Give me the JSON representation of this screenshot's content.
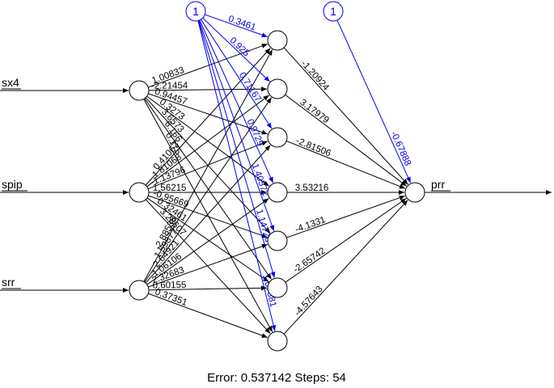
{
  "inputs": [
    {
      "id": "in-sx4",
      "label": "sx4"
    },
    {
      "id": "in-spip",
      "label": "spip"
    },
    {
      "id": "in-srr",
      "label": "srr"
    }
  ],
  "output": {
    "id": "out-prr",
    "label": "prr"
  },
  "bias_nodes": [
    {
      "id": "bias-1",
      "label": "1"
    },
    {
      "id": "bias-2",
      "label": "1"
    }
  ],
  "hidden_count": 7,
  "weights": {
    "input_to_hidden_visible": [
      {
        "from": "in-sx4",
        "to": 0,
        "label": "1.00833"
      },
      {
        "from": "in-sx4",
        "to": 1,
        "label": "-2.21454"
      },
      {
        "from": "in-sx4",
        "to": 2,
        "label": "0.94457"
      },
      {
        "from": "in-sx4",
        "to": 3,
        "label": "0.3273"
      },
      {
        "from": "in-sx4",
        "to": 4,
        "label": "3.6573"
      },
      {
        "from": "in-sx4",
        "to": 5,
        "label": "6.166"
      },
      {
        "from": "in-sx4",
        "to": 6,
        "label": "0.175"
      },
      {
        "from": "in-spip",
        "to": 0,
        "label": "0.41067"
      },
      {
        "from": "in-spip",
        "to": 1,
        "label": "1.81068"
      },
      {
        "from": "in-spip",
        "to": 2,
        "label": "-1.13796"
      },
      {
        "from": "in-spip",
        "to": 3,
        "label": "1.56215"
      },
      {
        "from": "in-spip",
        "to": 4,
        "label": "-0.95669"
      },
      {
        "from": "in-spip",
        "to": 5,
        "label": "0.32461"
      },
      {
        "from": "in-spip",
        "to": 6,
        "label": "3.28607"
      },
      {
        "from": "in-srr",
        "to": 0,
        "label": "-2.88538"
      },
      {
        "from": "in-srr",
        "to": 1,
        "label": "1.59877"
      },
      {
        "from": "in-srr",
        "to": 2,
        "label": "2.64921"
      },
      {
        "from": "in-srr",
        "to": 3,
        "label": "1.06106"
      },
      {
        "from": "in-srr",
        "to": 4,
        "label": "2.32683"
      },
      {
        "from": "in-srr",
        "to": 5,
        "label": "0.60155"
      },
      {
        "from": "in-srr",
        "to": 6,
        "label": "0.37351"
      }
    ],
    "bias_to_hidden": [
      "0.3461",
      "0.925",
      "0.71167",
      "0.9729",
      "1.40572",
      "1.14726",
      "1.07881"
    ],
    "hidden_to_output": [
      "-1.20924",
      "3.17979",
      "-2.81506",
      "3.53216",
      "-4.1331",
      "-2.65742",
      "-4.57643"
    ],
    "bias_to_output": "-0.67888"
  },
  "colors": {
    "edge": "#000000",
    "bias_edge": "#0000ee",
    "node_stroke": "#000000"
  },
  "footer": {
    "text": "Error: 0.537142   Steps: 54"
  }
}
